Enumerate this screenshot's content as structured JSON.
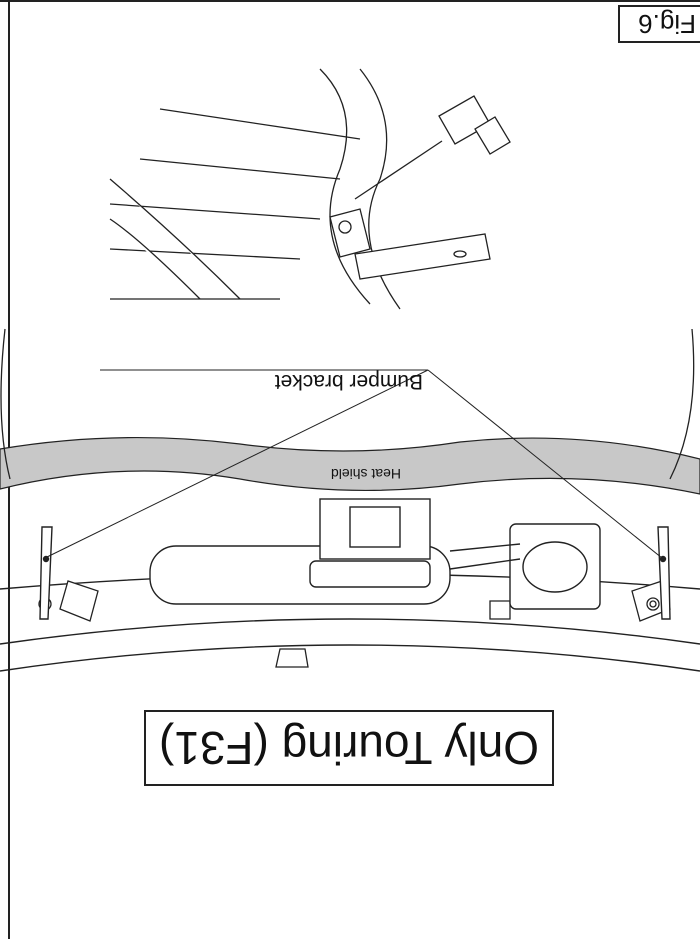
{
  "figure": {
    "label": "Fig.6"
  },
  "title": {
    "text": "Only Touring (F31)"
  },
  "callouts": {
    "bumper_bracket": "Bumper bracket",
    "heat_shield": "Heat shield"
  },
  "colors": {
    "line": "#222222",
    "shield": "#c8c8c8",
    "background": "#ffffff"
  },
  "orientation": "rotated-180"
}
